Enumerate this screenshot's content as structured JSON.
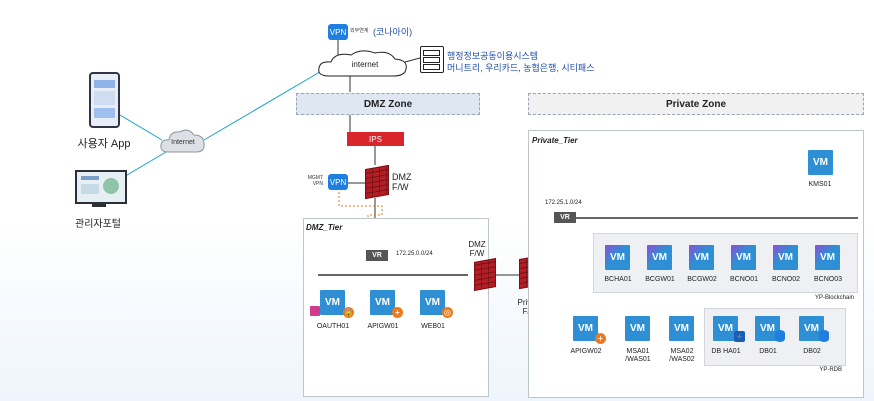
{
  "vpn_top": {
    "label": "VPN",
    "caption": "외부연계",
    "partner": "(코나아이)"
  },
  "internet_cloud": {
    "label": "internet"
  },
  "small_cloud": {
    "label": "Internet"
  },
  "external_system": {
    "line1": "행정정보공동이용시스템",
    "line2": "머니트리, 우리카드, 농협은행, 시티패스"
  },
  "user_app": {
    "label": "사용자 App"
  },
  "admin_portal": {
    "label": "관리자포털"
  },
  "zones": {
    "dmz": "DMZ Zone",
    "private": "Private Zone"
  },
  "ips": {
    "label": "IPS"
  },
  "mgmt_vpn": {
    "caption1": "MGMT",
    "caption2": "VPN",
    "label": "VPN"
  },
  "dmz_fw_top": {
    "line1": "DMZ",
    "line2": "F/W"
  },
  "dmz_tier": {
    "label": "DMZ_Tier",
    "vr": "VR",
    "subnet": "172.25.0.0/24",
    "vms": [
      {
        "label": "VM",
        "name": "OAUTH01"
      },
      {
        "label": "VM",
        "name": "APIGW01"
      },
      {
        "label": "VM",
        "name": "WEB01"
      }
    ]
  },
  "dmz_fw_mid": {
    "line1": "DMZ",
    "line2": "F/W"
  },
  "private_fw": {
    "line1": "Private",
    "line2": "F/W"
  },
  "private_tier": {
    "label": "Private_Tier",
    "vr": "VR",
    "subnet": "172.25.1.0/24",
    "kms": {
      "label": "VM",
      "name": "KMS01"
    },
    "blockchain": {
      "group": "YP-Blockchain",
      "vms": [
        {
          "label": "VM",
          "name": "BCHA01"
        },
        {
          "label": "VM",
          "name": "BCGW01"
        },
        {
          "label": "VM",
          "name": "BCGW02"
        },
        {
          "label": "VM",
          "name": "BCNO01"
        },
        {
          "label": "VM",
          "name": "BCNO02"
        },
        {
          "label": "VM",
          "name": "BCNO03"
        }
      ]
    },
    "apps": [
      {
        "label": "VM",
        "name": "APIGW02",
        "name2": ""
      },
      {
        "label": "VM",
        "name": "MSA01",
        "name2": "/WAS01"
      },
      {
        "label": "VM",
        "name": "MSA02",
        "name2": "/WAS02"
      }
    ],
    "rdb": {
      "group": "YP-RDB",
      "vms": [
        {
          "label": "VM",
          "name": "DB HA01"
        },
        {
          "label": "VM",
          "name": "DB01"
        },
        {
          "label": "VM",
          "name": "DB02"
        }
      ]
    }
  },
  "colors": {
    "vm_blue": "#2f8fd4",
    "firewall_red": "#b51d24",
    "link_teal": "#1aa3c4",
    "dashed_orange": "#e07b20"
  }
}
